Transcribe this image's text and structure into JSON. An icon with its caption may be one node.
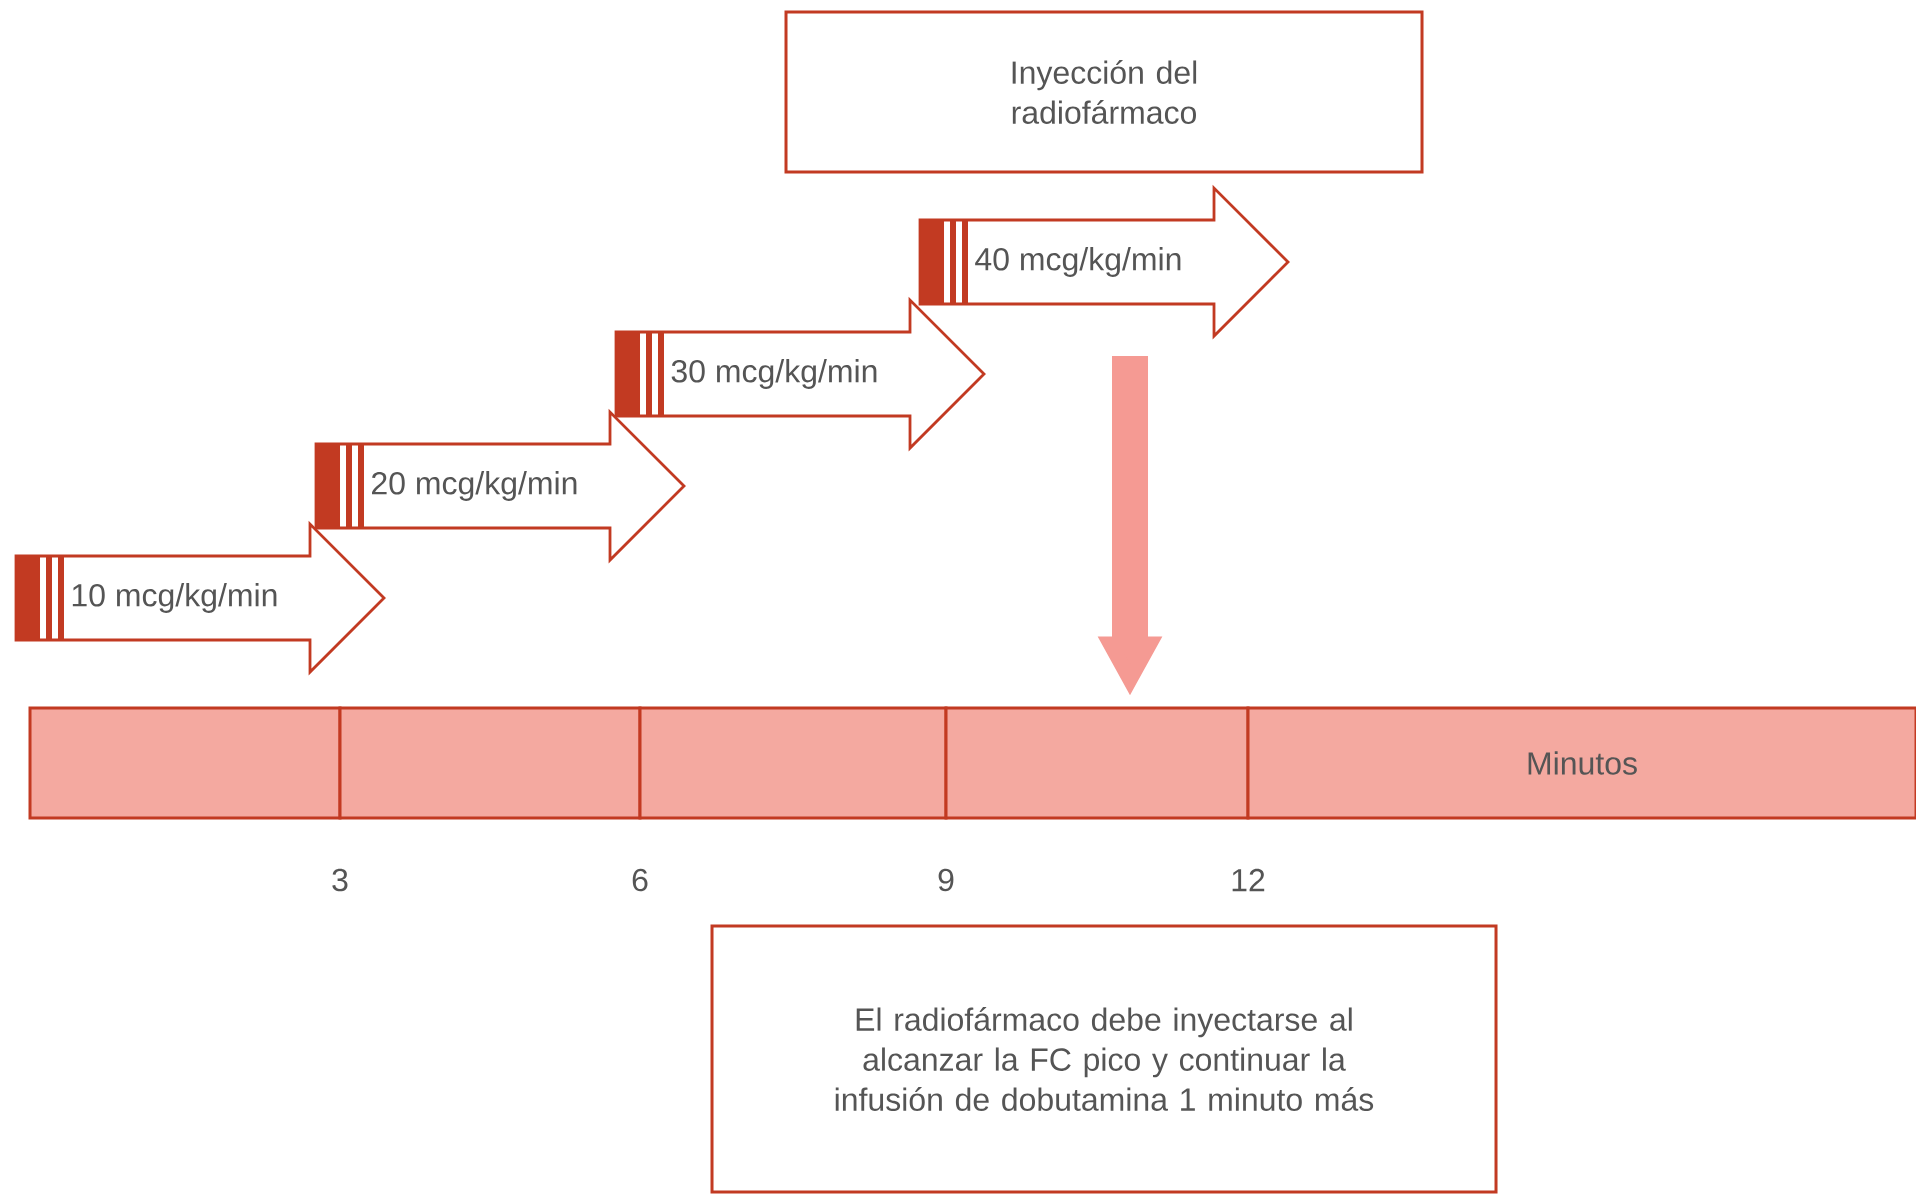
{
  "diagram": {
    "nodes": [
      {
        "text": [
          "Inyección del radiofármaco"
        ]
      },
      {
        "text": [
          "10 mcg/kg/min"
        ]
      },
      {
        "text": [
          "20 mcg/kg/min"
        ]
      },
      {
        "text": [
          "30 mcg/kg/min"
        ]
      },
      {
        "text": [
          "40 mcg/kg/min"
        ]
      },
      {
        "text": [],
        "shape": "box"
      },
      {
        "text": [],
        "shape": "box"
      },
      {
        "text": [],
        "shape": "box"
      },
      {
        "text": [],
        "shape": "box"
      },
      {
        "text": [
          "Minutos"
        ]
      },
      {
        "text": [
          "El radiofármaco debe inyectarse al alcanzar la FC pico y continuar la infusión de dobutamina 1 minuto más"
        ]
      }
    ],
    "edges": [
      {
        "from": null,
        "to": 8,
        "arrow": "to",
        "color": "#f59a93"
      }
    ],
    "labels": [
      "3",
      "6",
      "9",
      "12"
    ]
  }
}
